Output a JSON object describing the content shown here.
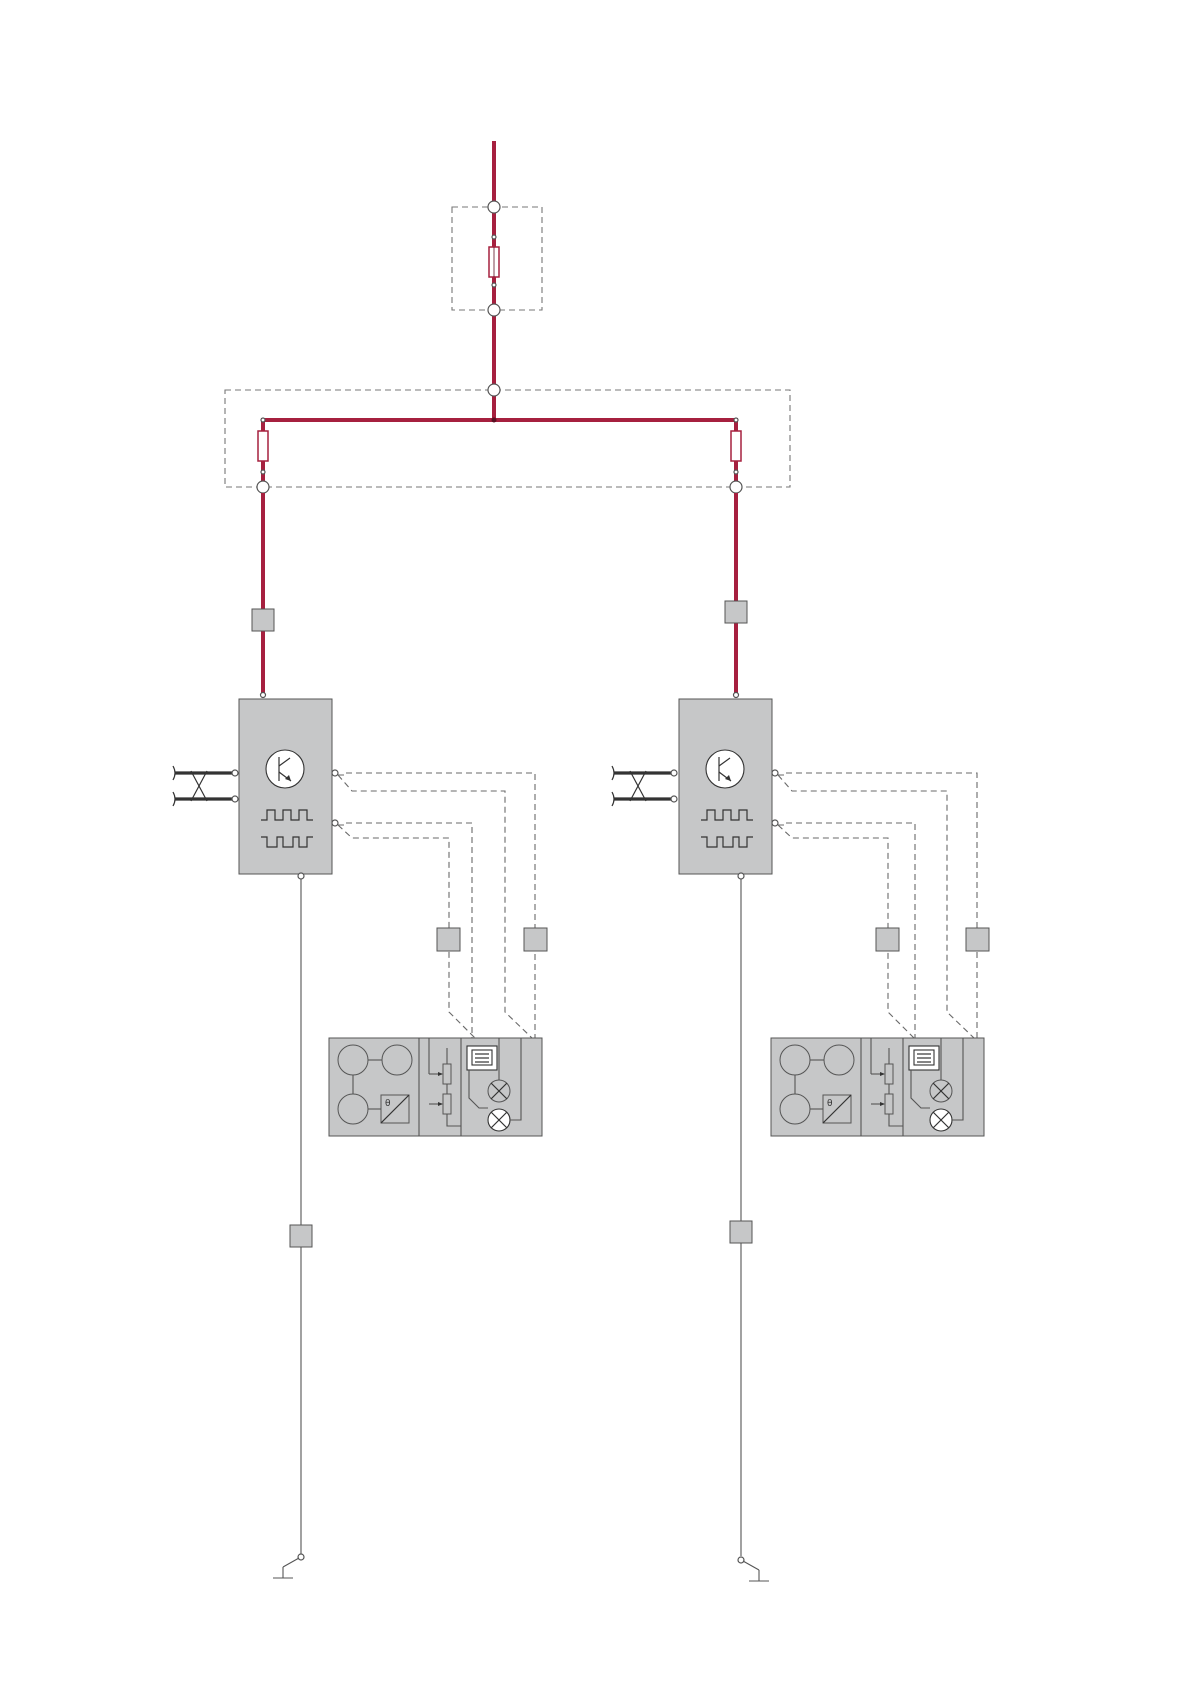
{
  "diagram": {
    "type": "wiring-schematic",
    "colors": {
      "power_wire": "#a6203f",
      "component_fill": "#c6c7c8",
      "signal_wire": "#555555"
    },
    "supply": {
      "main_fuse_box": {
        "fuses": 1
      },
      "distribution_box": {
        "fuses": 2
      }
    },
    "channels": [
      {
        "id": "left",
        "inline_connectors": [
          "power-connector",
          "signal-connector-a",
          "signal-connector-b",
          "ground-connector"
        ],
        "control_module": {
          "icons": [
            "transistor-icon",
            "pwm-signal-icon",
            "pwm-signal-inverted-icon"
          ]
        },
        "instrument_cluster": {
          "icons": [
            "gauge-icon",
            "gauge-icon",
            "gauge-icon",
            "temperature-sensor-icon",
            "potentiometer-icon",
            "potentiometer-icon",
            "heater-element-icon",
            "lamp-icon",
            "lamp-icon"
          ]
        },
        "ground": "chassis-ground-icon"
      },
      {
        "id": "right",
        "inline_connectors": [
          "power-connector",
          "signal-connector-a",
          "signal-connector-b",
          "ground-connector"
        ],
        "control_module": {
          "icons": [
            "transistor-icon",
            "pwm-signal-icon",
            "pwm-signal-inverted-icon"
          ]
        },
        "instrument_cluster": {
          "icons": [
            "gauge-icon",
            "gauge-icon",
            "gauge-icon",
            "temperature-sensor-icon",
            "potentiometer-icon",
            "potentiometer-icon",
            "heater-element-icon",
            "lamp-icon",
            "lamp-icon"
          ]
        },
        "ground": "chassis-ground-icon"
      }
    ]
  }
}
